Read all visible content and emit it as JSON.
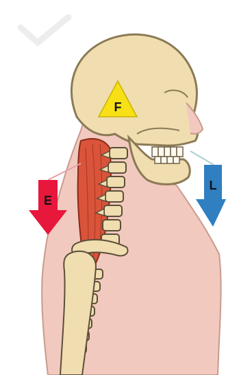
{
  "labels": {
    "fulcrum": "F",
    "extensor_force": "E",
    "load_force": "L"
  },
  "colors": {
    "background": "#ffffff",
    "skin": "#f2c9be",
    "skin_outline": "#c99a8e",
    "bone": "#f0ddb0",
    "bone_outline": "#8b7a55",
    "muscle": "#d9543a",
    "fulcrum_triangle": "#f7e016",
    "extensor_arrow": "#e8173c",
    "load_arrow": "#2f7fc1",
    "label_text": "#111111"
  },
  "icons": {
    "fulcrum": "triangle",
    "extensor_force": "arrow-down",
    "load_force": "arrow-down",
    "watermark": "checkmark-logo"
  }
}
